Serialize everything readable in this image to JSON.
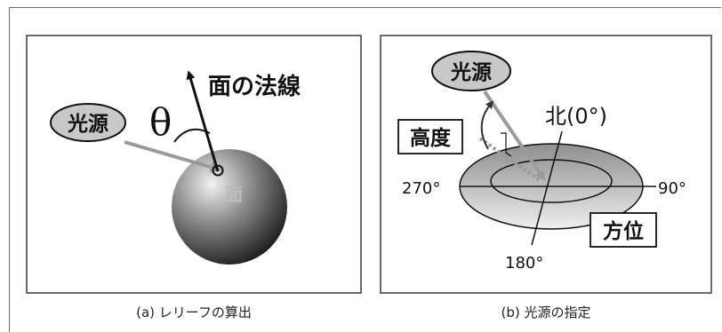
{
  "panel_a": {
    "light_label": "光源",
    "angle_symbol": "θ",
    "normal_label": "面の法線",
    "surface_label": "面",
    "caption": "(a) レリーフの算出"
  },
  "panel_b": {
    "light_label": "光源",
    "elevation_label": "高度",
    "azimuth_label": "方位",
    "north_label": "北(0°)",
    "east_label": "90°",
    "south_label": "180°",
    "west_label": "270°",
    "caption": "(b) 光源の指定"
  },
  "colors": {
    "frame": "#3a3a3a",
    "bubble_fill": "#c8c8c8",
    "light_ray": "#9a9a9a",
    "line": "#1a1a1a"
  }
}
